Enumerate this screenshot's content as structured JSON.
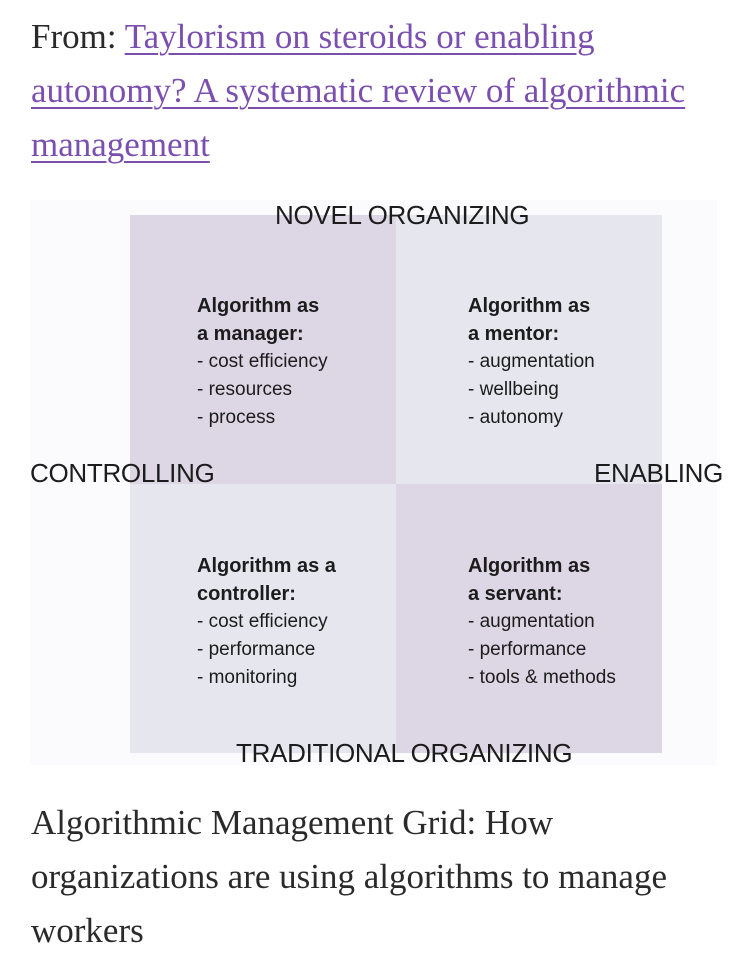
{
  "source": {
    "prefix": "From: ",
    "link_text": "Taylorism on steroids or enabling autonomy? A systematic review of algorithmic management"
  },
  "diagram": {
    "axis_top": "NOVEL ORGANIZING",
    "axis_bottom": "TRADITIONAL ORGANIZING",
    "axis_left": "CONTROLLING",
    "axis_right": "ENABLING",
    "quadrants": [
      {
        "title_line1": "Algorithm as",
        "title_line2": "a manager:",
        "items": [
          "- cost efficiency",
          "- resources",
          "- process"
        ]
      },
      {
        "title_line1": "Algorithm as",
        "title_line2": "a mentor:",
        "items": [
          "- augmentation",
          "- wellbeing",
          "- autonomy"
        ]
      },
      {
        "title_line1": "Algorithm as a",
        "title_line2": "controller:",
        "items": [
          "- cost efficiency",
          "- performance",
          "- monitoring"
        ]
      },
      {
        "title_line1": "Algorithm as",
        "title_line2": "a servant:",
        "items": [
          "- augmentation",
          "- performance",
          "- tools & methods"
        ]
      }
    ],
    "colors": {
      "quadrant_dark": "#dcd6e5",
      "quadrant_light": "#e6e6ef"
    }
  },
  "caption": "Algorithmic Management Grid: How organizations are using algorithms to manage workers",
  "colors": {
    "link": "#7b4fb0",
    "text": "#2a2a2a"
  }
}
